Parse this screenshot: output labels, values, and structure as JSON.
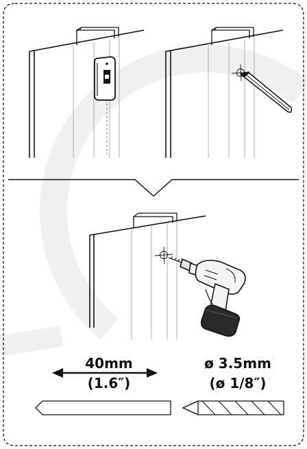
{
  "colors": {
    "ink": "#111111",
    "guide": "#9a9a9a",
    "watermark": "#f0f0f0",
    "drill_body": "#f4f4f4",
    "battery": "#2a2a2a"
  },
  "icons": [
    "door-edge",
    "sensor-device",
    "pencil-icon",
    "crosshair-mark",
    "cordless-drill-icon",
    "screw-plug-template",
    "drill-bit-icon",
    "double-arrow-icon"
  ],
  "measurements": {
    "length_main": "40mm",
    "length_sub": "(1.6″)",
    "drill_main": "ø 3.5mm",
    "drill_sub": "(ø 1/8″)"
  }
}
